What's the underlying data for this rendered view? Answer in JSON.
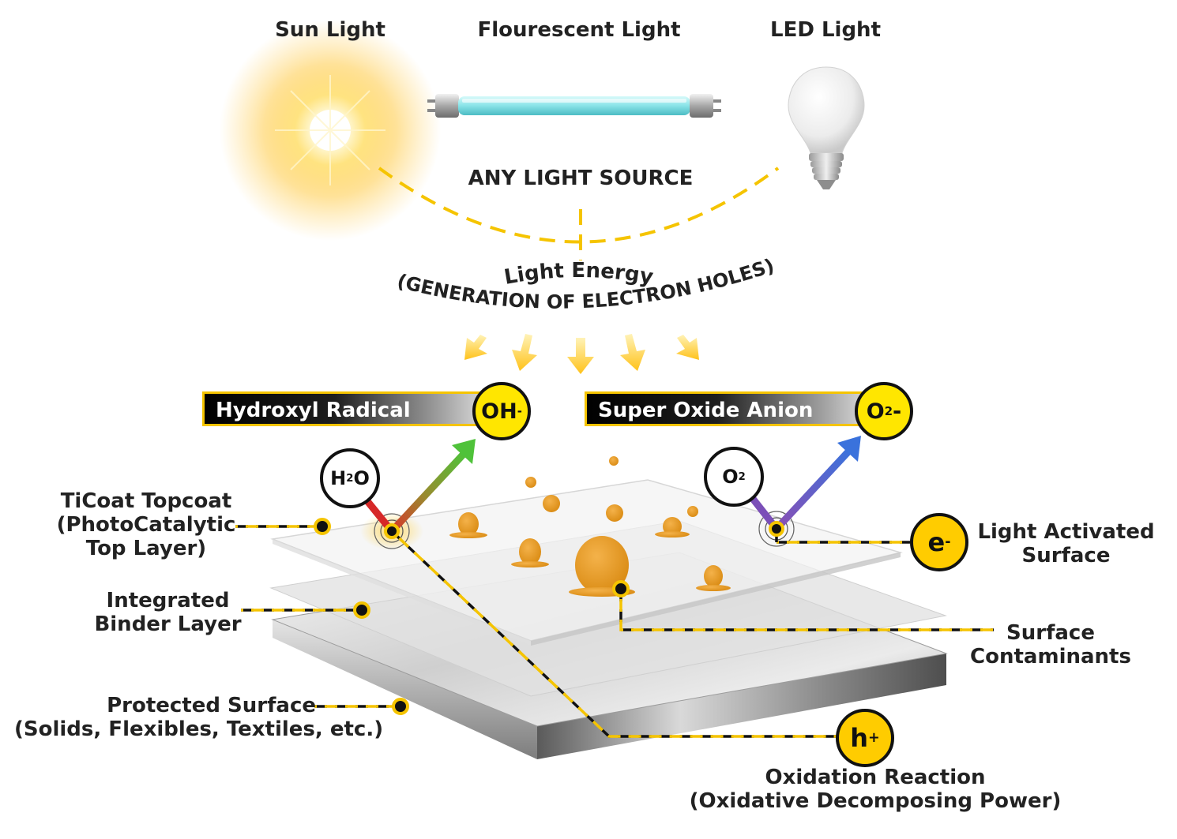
{
  "sources": {
    "sun": "Sun Light",
    "fluorescent": "Flourescent Light",
    "led": "LED Light",
    "any": "ANY LIGHT SOURCE"
  },
  "energy": {
    "line1": "Light Energy",
    "line2": "(GENERATION OF ELECTRON HOLES)"
  },
  "banners": {
    "hydroxyl": "Hydroxyl Radical",
    "superoxide": "Super Oxide Anion"
  },
  "badges": {
    "oh_base": "OH",
    "oh_sup": "-",
    "o2_base": "O",
    "o2_sub": "2",
    "o2_sup": "-",
    "e_base": "e",
    "e_sup": "-",
    "h_base": "h",
    "h_sup": "+"
  },
  "molecules": {
    "h2o_a": "H",
    "h2o_sub": "2",
    "h2o_b": "O",
    "o2_a": "O",
    "o2_sub": "2"
  },
  "layers": {
    "topcoat": {
      "line1": "TiCoat Topcoat",
      "line2": "(PhotoCatalytic",
      "line3": "Top Layer)"
    },
    "binder": {
      "line1": "Integrated",
      "line2": "Binder Layer"
    },
    "protected": {
      "line1": "Protected Surface",
      "line2": "(Solids, Flexibles, Textiles, etc.)"
    }
  },
  "right_labels": {
    "activated": {
      "line1": "Light Activated",
      "line2": "Surface"
    },
    "contaminants": {
      "line1": "Surface",
      "line2": "Contaminants"
    },
    "oxidation": {
      "line1": "Oxidation Reaction",
      "line2": "(Oxidative Decomposing Power)"
    }
  },
  "colors": {
    "accent_yellow": "#f5c400",
    "badge_yellow": "#ffe600",
    "contaminant_orange": "#e89a1c",
    "arrow_green": "#5cc43a",
    "arrow_blue": "#3d6fd8",
    "arrow_red": "#d62828",
    "arrow_purple": "#7b4fb8"
  }
}
